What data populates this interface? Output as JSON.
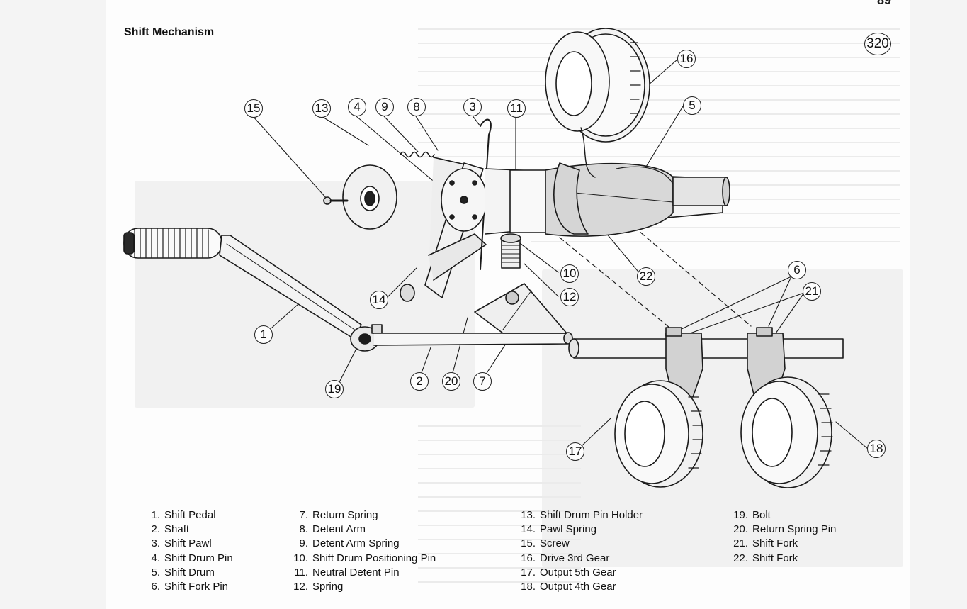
{
  "page_number": "89",
  "section_title": "Shift Mechanism",
  "figure_number": "320",
  "callouts": [
    {
      "label": "15"
    },
    {
      "label": "13"
    },
    {
      "label": "4"
    },
    {
      "label": "9"
    },
    {
      "label": "8"
    },
    {
      "label": "3"
    },
    {
      "label": "11"
    },
    {
      "label": "16"
    },
    {
      "label": "5"
    },
    {
      "label": "1"
    },
    {
      "label": "14"
    },
    {
      "label": "10"
    },
    {
      "label": "12"
    },
    {
      "label": "22"
    },
    {
      "label": "6"
    },
    {
      "label": "21"
    },
    {
      "label": "19"
    },
    {
      "label": "2"
    },
    {
      "label": "20"
    },
    {
      "label": "7"
    },
    {
      "label": "17"
    },
    {
      "label": "18"
    }
  ],
  "legend": {
    "col1": [
      {
        "num": "1.",
        "label": "Shift Pedal"
      },
      {
        "num": "2.",
        "label": "Shaft"
      },
      {
        "num": "3.",
        "label": "Shift Pawl"
      },
      {
        "num": "4.",
        "label": "Shift Drum Pin"
      },
      {
        "num": "5.",
        "label": "Shift Drum"
      },
      {
        "num": "6.",
        "label": "Shift Fork Pin"
      }
    ],
    "col2": [
      {
        "num": "7.",
        "label": "Return Spring"
      },
      {
        "num": "8.",
        "label": "Detent Arm"
      },
      {
        "num": "9.",
        "label": "Detent Arm Spring"
      },
      {
        "num": "10.",
        "label": "Shift Drum Positioning Pin"
      },
      {
        "num": "11.",
        "label": "Neutral Detent Pin"
      },
      {
        "num": "12.",
        "label": "Spring"
      }
    ],
    "col3": [
      {
        "num": "13.",
        "label": "Shift Drum Pin Holder"
      },
      {
        "num": "14.",
        "label": "Pawl Spring"
      },
      {
        "num": "15.",
        "label": "Screw"
      },
      {
        "num": "16.",
        "label": "Drive 3rd Gear"
      },
      {
        "num": "17.",
        "label": "Output 5th Gear"
      },
      {
        "num": "18.",
        "label": "Output 4th Gear"
      }
    ],
    "col4": [
      {
        "num": "19.",
        "label": "Bolt"
      },
      {
        "num": "20.",
        "label": "Return Spring Pin"
      },
      {
        "num": "21.",
        "label": "Shift Fork"
      },
      {
        "num": "22.",
        "label": "Shift Fork"
      }
    ]
  }
}
